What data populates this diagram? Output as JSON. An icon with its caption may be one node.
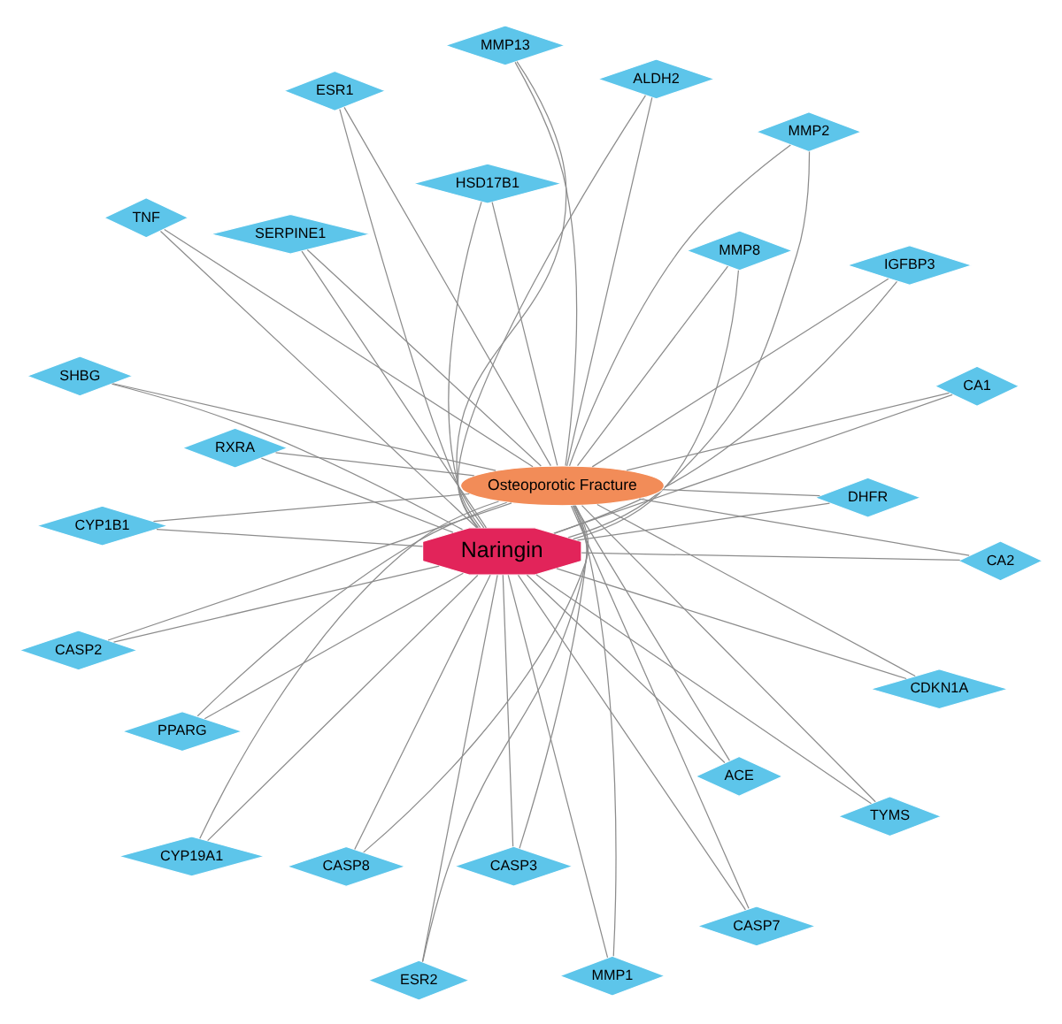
{
  "diagram": {
    "nodes": [
      {
        "text": [
          "Naringin"
        ]
      },
      {
        "text": [
          "Osteoporotic Fracture"
        ]
      },
      {
        "text": [
          "ESR2"
        ]
      },
      {
        "text": [
          "ESR1"
        ]
      },
      {
        "text": [
          "DHFR"
        ]
      },
      {
        "text": [
          "CYP1B1"
        ]
      },
      {
        "text": [
          "CYP19A1"
        ]
      },
      {
        "text": [
          "CDKN1A"
        ]
      },
      {
        "text": [
          "CASP8"
        ]
      },
      {
        "text": [
          "CASP7"
        ]
      },
      {
        "text": [
          "CASP3"
        ]
      },
      {
        "text": [
          "CASP2"
        ]
      },
      {
        "text": [
          "CA2"
        ]
      },
      {
        "text": [
          "CA1"
        ]
      },
      {
        "text": [
          "ALDH2"
        ]
      },
      {
        "text": [
          "ACE"
        ]
      },
      {
        "text": [
          "TYMS"
        ]
      },
      {
        "text": [
          "TNF"
        ]
      },
      {
        "text": [
          "SHBG"
        ]
      },
      {
        "text": [
          "SERPINE1"
        ]
      },
      {
        "text": [
          "RXRA"
        ]
      },
      {
        "text": [
          "PPARG"
        ]
      },
      {
        "text": [
          "MMP8"
        ]
      },
      {
        "text": [
          "MMP2"
        ]
      },
      {
        "text": [
          "MMP13"
        ]
      },
      {
        "text": [
          "MMP1"
        ]
      },
      {
        "text": [
          "IGFBP3"
        ]
      },
      {
        "text": [
          "HSD17B1"
        ]
      }
    ],
    "edges": [
      {
        "from": 0,
        "to": 2,
        "arrow": "none"
      },
      {
        "from": 1,
        "to": 2,
        "arrow": "none"
      },
      {
        "from": 0,
        "to": 3,
        "arrow": "none"
      },
      {
        "from": 1,
        "to": 3,
        "arrow": "none"
      },
      {
        "from": 0,
        "to": 4,
        "arrow": "none"
      },
      {
        "from": 1,
        "to": 4,
        "arrow": "none"
      },
      {
        "from": 0,
        "to": 5,
        "arrow": "none"
      },
      {
        "from": 1,
        "to": 5,
        "arrow": "none"
      },
      {
        "from": 0,
        "to": 6,
        "arrow": "none"
      },
      {
        "from": 1,
        "to": 6,
        "arrow": "none"
      },
      {
        "from": 0,
        "to": 7,
        "arrow": "none"
      },
      {
        "from": 1,
        "to": 7,
        "arrow": "none"
      },
      {
        "from": 0,
        "to": 8,
        "arrow": "none"
      },
      {
        "from": 1,
        "to": 8,
        "arrow": "none"
      },
      {
        "from": 0,
        "to": 9,
        "arrow": "none"
      },
      {
        "from": 1,
        "to": 9,
        "arrow": "none"
      },
      {
        "from": 0,
        "to": 10,
        "arrow": "none"
      },
      {
        "from": 1,
        "to": 10,
        "arrow": "none"
      },
      {
        "from": 0,
        "to": 11,
        "arrow": "none"
      },
      {
        "from": 1,
        "to": 11,
        "arrow": "none"
      },
      {
        "from": 0,
        "to": 12,
        "arrow": "none"
      },
      {
        "from": 1,
        "to": 12,
        "arrow": "none"
      },
      {
        "from": 0,
        "to": 13,
        "arrow": "none"
      },
      {
        "from": 1,
        "to": 13,
        "arrow": "none"
      },
      {
        "from": 0,
        "to": 14,
        "arrow": "none"
      },
      {
        "from": 1,
        "to": 14,
        "arrow": "none"
      },
      {
        "from": 0,
        "to": 15,
        "arrow": "none"
      },
      {
        "from": 1,
        "to": 15,
        "arrow": "none"
      },
      {
        "from": 0,
        "to": 16,
        "arrow": "none"
      },
      {
        "from": 1,
        "to": 16,
        "arrow": "none"
      },
      {
        "from": 0,
        "to": 17,
        "arrow": "none"
      },
      {
        "from": 1,
        "to": 17,
        "arrow": "none"
      },
      {
        "from": 0,
        "to": 18,
        "arrow": "none"
      },
      {
        "from": 1,
        "to": 18,
        "arrow": "none"
      },
      {
        "from": 0,
        "to": 19,
        "arrow": "none"
      },
      {
        "from": 1,
        "to": 19,
        "arrow": "none"
      },
      {
        "from": 0,
        "to": 20,
        "arrow": "none"
      },
      {
        "from": 1,
        "to": 20,
        "arrow": "none"
      },
      {
        "from": 0,
        "to": 21,
        "arrow": "none"
      },
      {
        "from": 1,
        "to": 21,
        "arrow": "none"
      },
      {
        "from": 0,
        "to": 22,
        "arrow": "none"
      },
      {
        "from": 1,
        "to": 22,
        "arrow": "none"
      },
      {
        "from": 0,
        "to": 23,
        "arrow": "none"
      },
      {
        "from": 1,
        "to": 23,
        "arrow": "none"
      },
      {
        "from": 0,
        "to": 24,
        "arrow": "none"
      },
      {
        "from": 1,
        "to": 24,
        "arrow": "none"
      },
      {
        "from": 0,
        "to": 25,
        "arrow": "none"
      },
      {
        "from": 1,
        "to": 25,
        "arrow": "none"
      },
      {
        "from": 0,
        "to": 26,
        "arrow": "none"
      },
      {
        "from": 1,
        "to": 26,
        "arrow": "none"
      },
      {
        "from": 0,
        "to": 27,
        "arrow": "none"
      },
      {
        "from": 1,
        "to": 27,
        "arrow": "none"
      }
    ]
  }
}
